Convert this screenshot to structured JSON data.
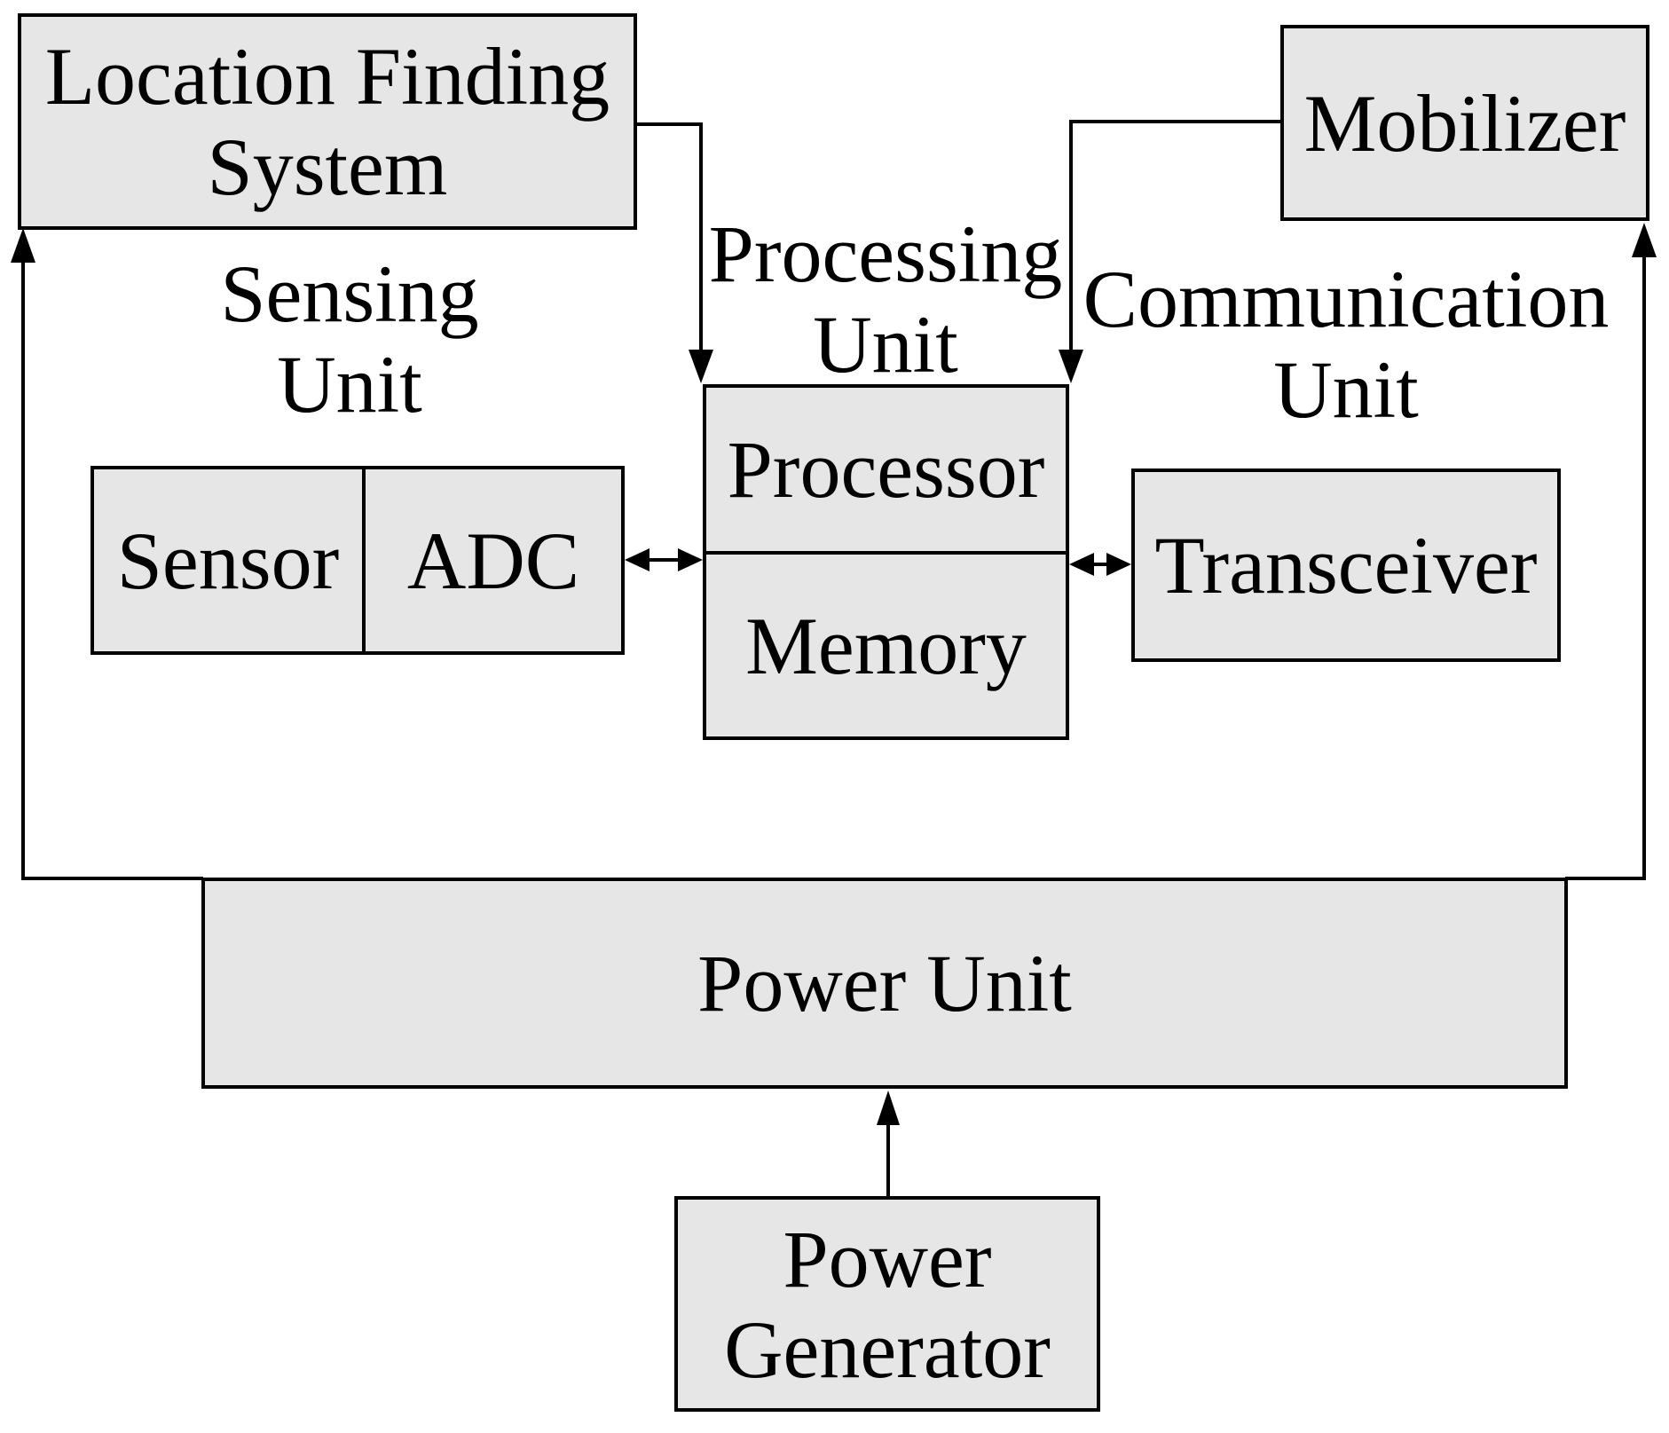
{
  "diagram": {
    "colors": {
      "box_fill": "#e6e6e6",
      "line": "#000000",
      "background": "#ffffff",
      "text": "#000000"
    },
    "boxes": {
      "location_finding_system": {
        "line1": "Location Finding",
        "line2": "System"
      },
      "mobilizer": {
        "label": "Mobilizer"
      },
      "sensor": {
        "label": "Sensor"
      },
      "adc": {
        "label": "ADC"
      },
      "processor": {
        "label": "Processor"
      },
      "memory": {
        "label": "Memory"
      },
      "transceiver": {
        "label": "Transceiver"
      },
      "power_unit": {
        "label": "Power Unit"
      },
      "power_generator": {
        "line1": "Power",
        "line2": "Generator"
      }
    },
    "unit_labels": {
      "sensing": {
        "line1": "Sensing",
        "line2": "Unit"
      },
      "processing": {
        "line1": "Processing",
        "line2": "Unit"
      },
      "communication": {
        "line1": "Communication",
        "line2": "Unit"
      }
    }
  }
}
